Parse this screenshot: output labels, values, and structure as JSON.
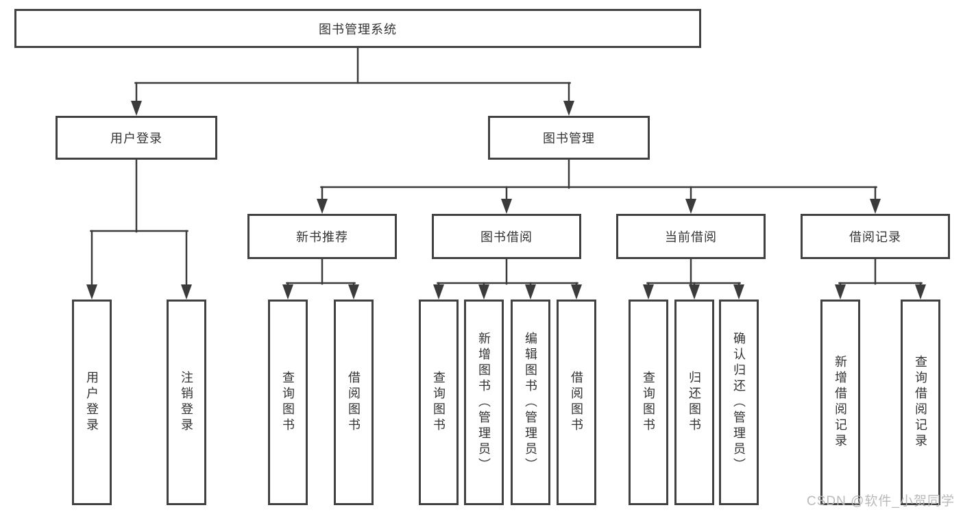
{
  "diagram": {
    "title": "图书管理系统",
    "nodes": {
      "root": {
        "label": "图书管理系统"
      },
      "level2": [
        {
          "label": "用户登录"
        },
        {
          "label": "图书管理"
        }
      ],
      "level3": [
        {
          "label": "新书推荐"
        },
        {
          "label": "图书借阅"
        },
        {
          "label": "当前借阅"
        },
        {
          "label": "借阅记录"
        }
      ],
      "leaves": [
        {
          "label": "用户登录",
          "parent": "用户登录"
        },
        {
          "label": "注销登录",
          "parent": "用户登录"
        },
        {
          "label": "查询图书",
          "parent": "新书推荐"
        },
        {
          "label": "借阅图书",
          "parent": "新书推荐"
        },
        {
          "label": "查询图书",
          "parent": "图书借阅"
        },
        {
          "label": "新增图书（管理员）",
          "parent": "图书借阅"
        },
        {
          "label": "编辑图书（管理员）",
          "parent": "图书借阅"
        },
        {
          "label": "借阅图书",
          "parent": "图书借阅"
        },
        {
          "label": "查询图书",
          "parent": "当前借阅"
        },
        {
          "label": "归还图书",
          "parent": "当前借阅"
        },
        {
          "label": "确认归还（管理员）",
          "parent": "当前借阅"
        },
        {
          "label": "新增借阅记录",
          "parent": "借阅记录"
        },
        {
          "label": "查询借阅记录",
          "parent": "借阅记录"
        }
      ]
    },
    "watermark": {
      "text": "CSDN @软件_小贺同学"
    },
    "colors": {
      "line": "#3b3b3b",
      "box_border": "#414141",
      "text": "#333333",
      "watermark": "#b9b9b9",
      "background": "#ffffff"
    }
  }
}
